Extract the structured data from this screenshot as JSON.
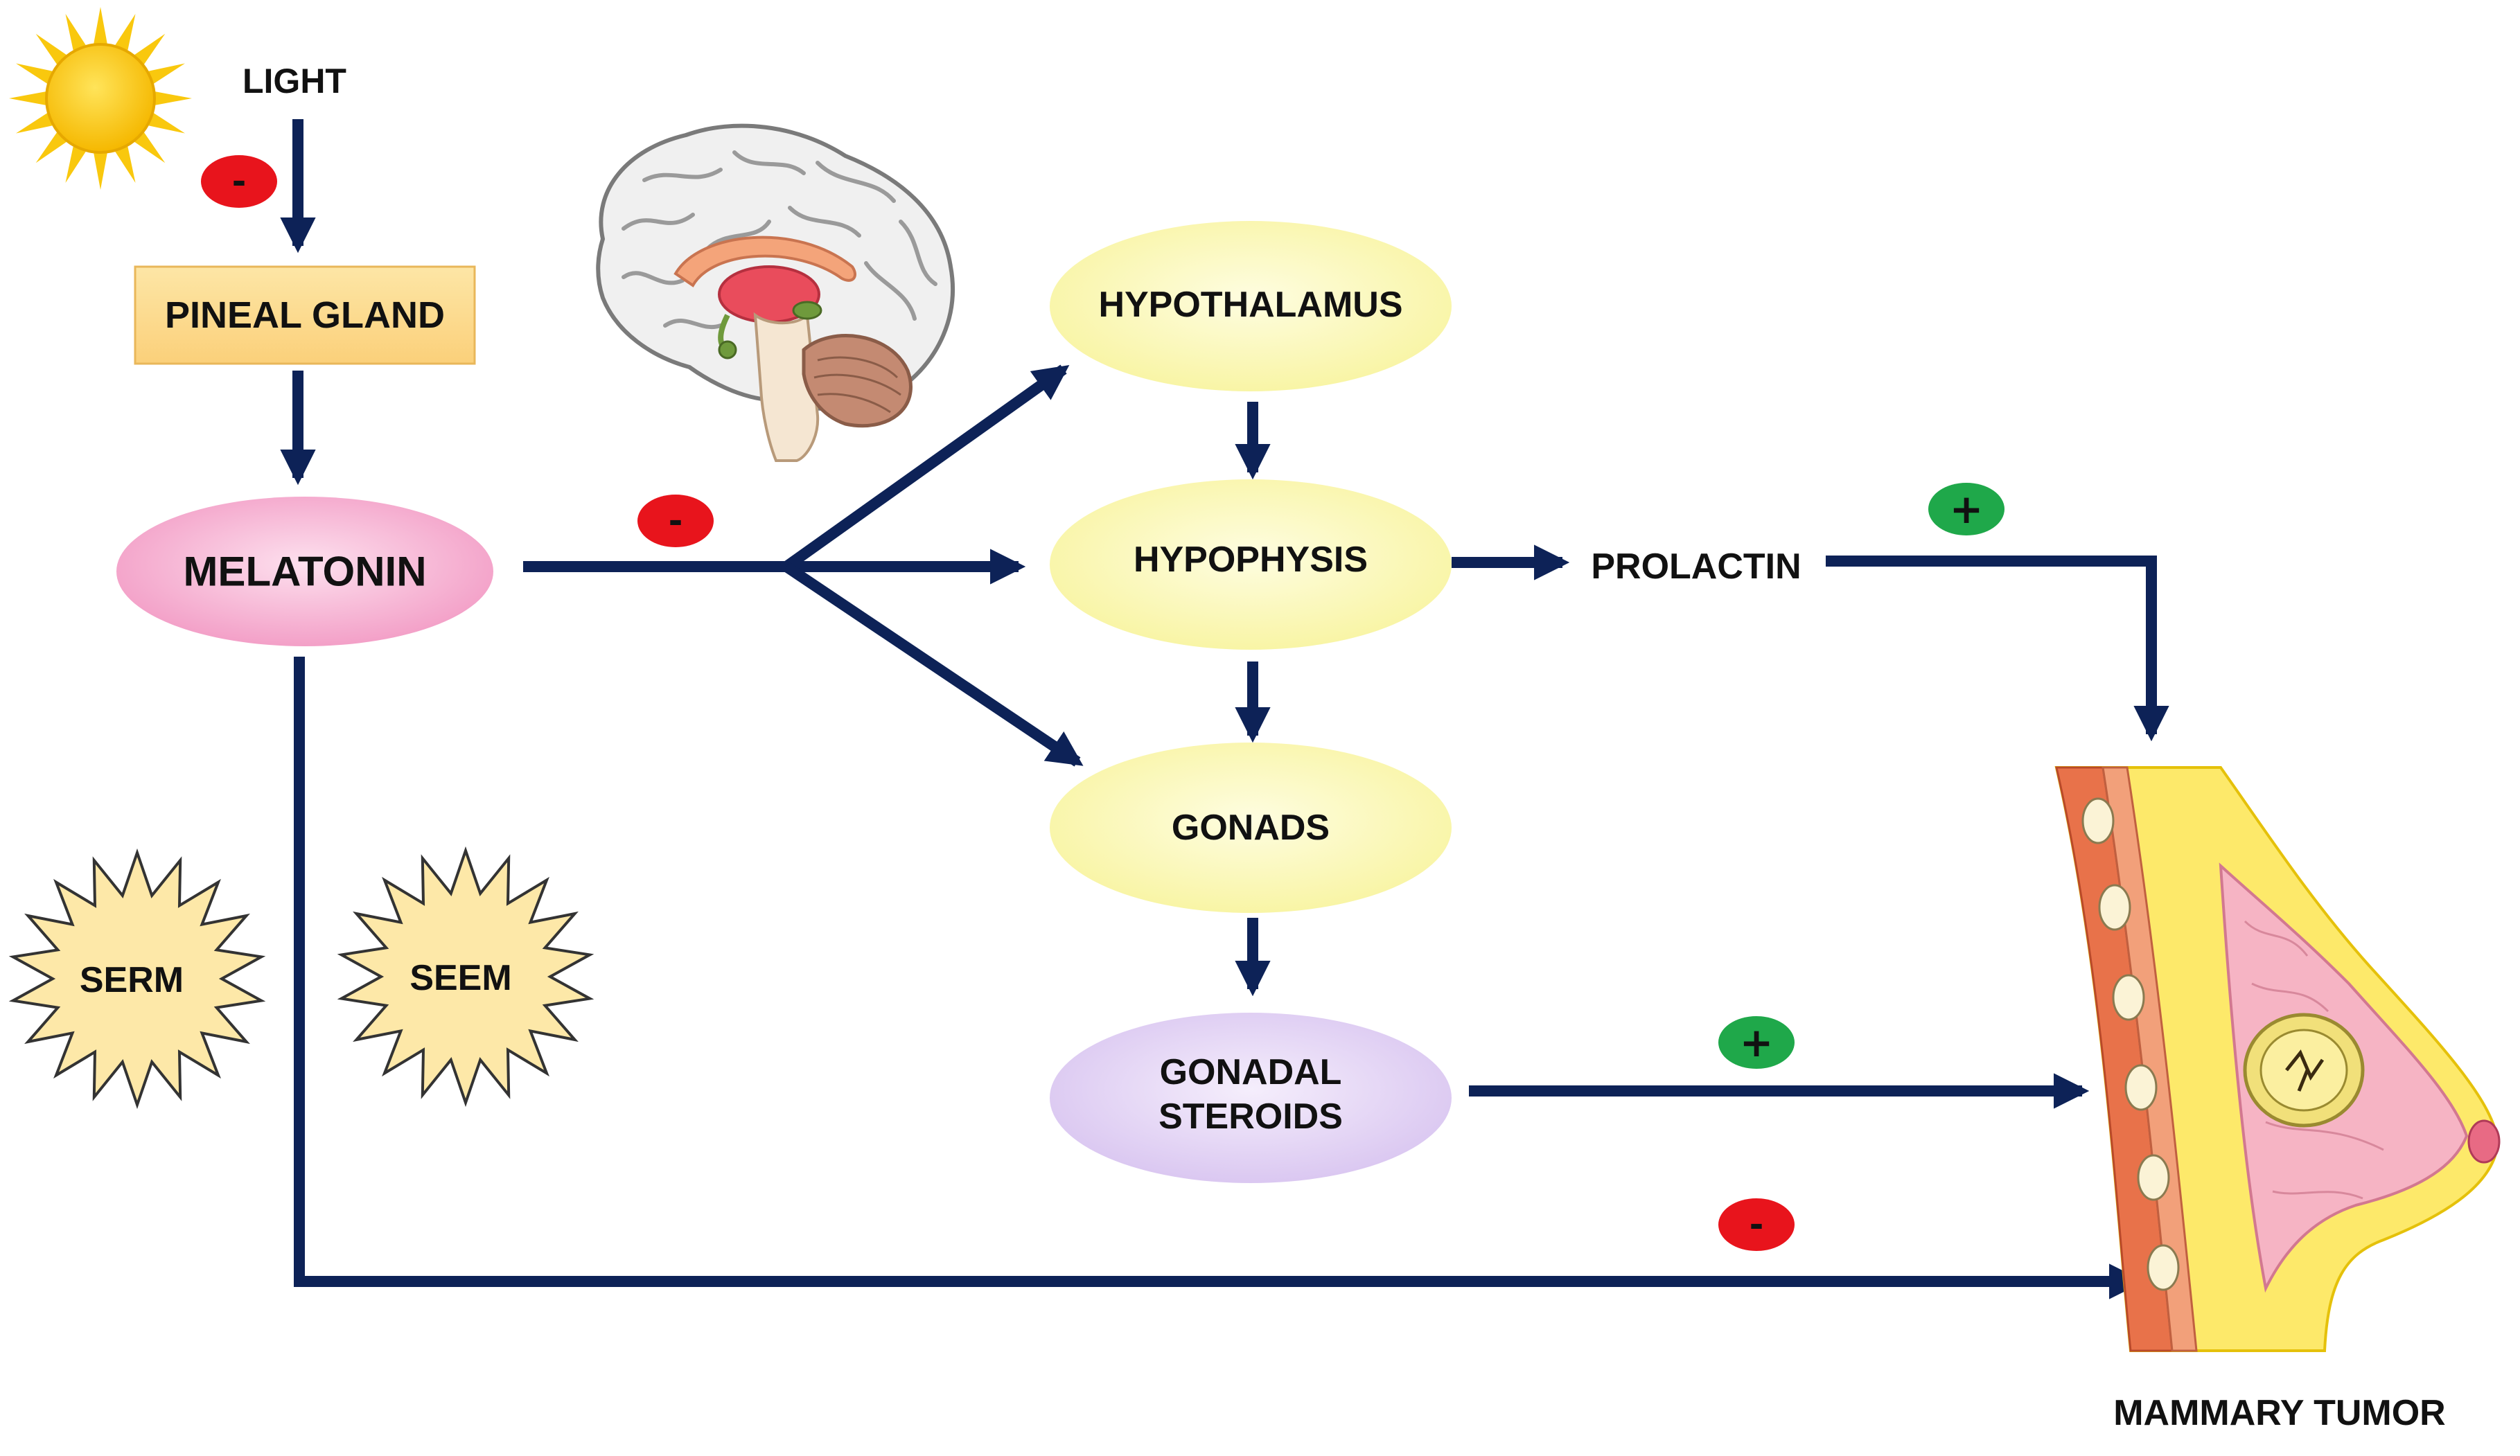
{
  "nodes": {
    "light": "LIGHT",
    "pineal_gland": "PINEAL GLAND",
    "melatonin": "MELATONIN",
    "hypothalamus": "HYPOTHALAMUS",
    "hypophysis": "HYPOPHYSIS",
    "gonads": "GONADS",
    "gonadal_steroids_line1": "GONADAL",
    "gonadal_steroids_line2": "STEROIDS",
    "prolactin": "PROLACTIN",
    "mammary_tumor": "MAMMARY TUMOR",
    "serm": "SERM",
    "seem": "SEEM"
  },
  "signs": {
    "light_to_pineal": "-",
    "melatonin_to_axis": "-",
    "prolactin_to_tumor": "+",
    "steroids_to_tumor": "+",
    "melatonin_to_tumor": "-"
  },
  "icons": [
    "sun-icon",
    "brain-icon",
    "breast-tissue-icon"
  ],
  "colors": {
    "arrow": "#0d2257",
    "pineal_fill": "#fcd98a",
    "melatonin_fill": "#f4a0c8",
    "axis_fill": "#fbf7a8",
    "steroids_fill": "#dccaf2",
    "star_fill": "#fde8a8",
    "inhibit_badge": "#e8141c",
    "stimulate_badge": "#1fa84a",
    "sun": "#f9c80e"
  }
}
